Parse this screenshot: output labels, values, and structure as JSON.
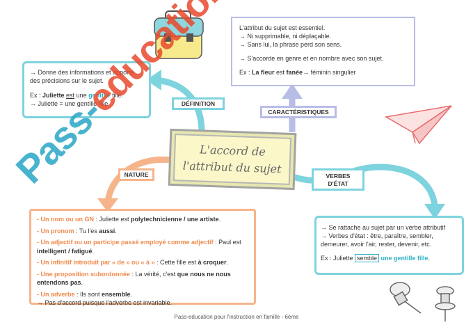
{
  "title": {
    "line1": "L'accord de",
    "line2": "l'attribut du sujet"
  },
  "labels": {
    "definition": "DÉFINITION",
    "caracteristiques": "CARACTÉRISTIQUES",
    "nature": "NATURE",
    "verbes_line1": "VERBES",
    "verbes_line2": "D'ÉTAT"
  },
  "definition": {
    "line1": "→ Donne des informations et apporte des précisions sur le sujet.",
    "ex_prefix": "Ex : ",
    "ex_subject": "Juliette",
    "ex_verb": "est",
    "ex_une": " une ",
    "ex_attr": "gentille",
    "ex_end": " fille.",
    "line3": "→ Juliette = une gentille fille"
  },
  "caracteristiques": {
    "line1": "L'attribut du sujet est essentiel.",
    "line2": "→ Ni supprimable, ni déplaçable.",
    "line3": "→ Sans lui, la phrase perd son sens.",
    "line4": "→ S'accorde en genre et en nombre avec son sujet.",
    "ex_prefix": "Ex : ",
    "ex_subject": "La fleur",
    "ex_verb": " est ",
    "ex_attr": "fanée",
    "ex_end": "→ féminin singulier"
  },
  "nature": {
    "items": [
      {
        "label": "- Un nom ou un GN",
        "text": " : Juliette est ",
        "bold": "polytechnicienne / une artiste",
        "end": "."
      },
      {
        "label": "- Un pronom",
        "text": " :  Tu l'es ",
        "bold": "aussi",
        "end": "."
      },
      {
        "label": "- Un adjectif ou un participe passé employé comme adjectif",
        "text": " : Paul est ",
        "bold": "intelligent / fatigué",
        "end": "."
      },
      {
        "label": "- Un infinitif introduit par « de » ou « à »",
        "text": " :  Cette fille est ",
        "bold": "à croquer",
        "end": "."
      },
      {
        "label": "- Une proposition subordonnée",
        "text": " :  La vérité, c'est ",
        "bold": "que nous ne nous entendons pas",
        "end": "."
      },
      {
        "label": "- Un adverbe",
        "text": " : Ils sont ",
        "bold": "ensemble",
        "end": "."
      }
    ],
    "note": "→ Pas d'accord puisque l'adverbe est invariable."
  },
  "verbes": {
    "line1": "→ Se rattache au sujet par un verbe attributif",
    "line2": "→ Verbes d'état :  être, paraître, sembler, demeurer, avoir l'air, rester, devenir, etc.",
    "ex_prefix": "Ex : Juliette ",
    "ex_verb": "semble",
    "ex_attr": " une gentille fille",
    "ex_end": "."
  },
  "watermark": {
    "part1": "Pass-",
    "part2": "education"
  },
  "footer": "Pass-education pour l'instruction en famille - 6ème",
  "colors": {
    "teal": "#6fcfdc",
    "teal_text": "#2bb3c8",
    "orange": "#f6a878",
    "orange_text": "#f08a4b",
    "lavender": "#b8bde6",
    "red": "#e84a2c"
  },
  "icons": [
    "schoolbag-icon",
    "paper-plane-icon",
    "pushpin-icon"
  ]
}
